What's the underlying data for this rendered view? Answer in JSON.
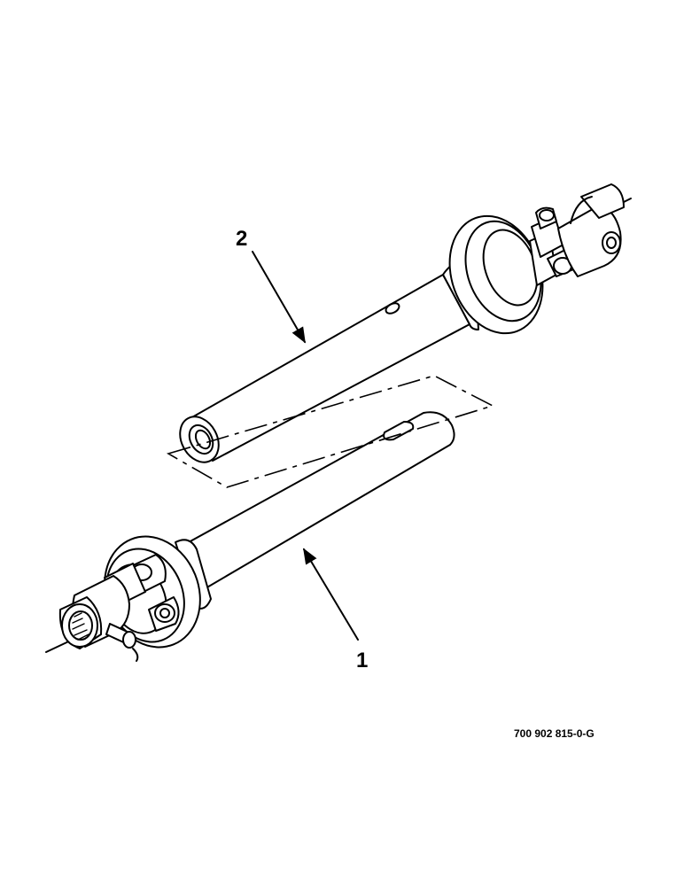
{
  "diagram": {
    "callouts": [
      {
        "label": "1"
      },
      {
        "label": "2"
      }
    ],
    "part_number": "700 902 815-0-G"
  }
}
